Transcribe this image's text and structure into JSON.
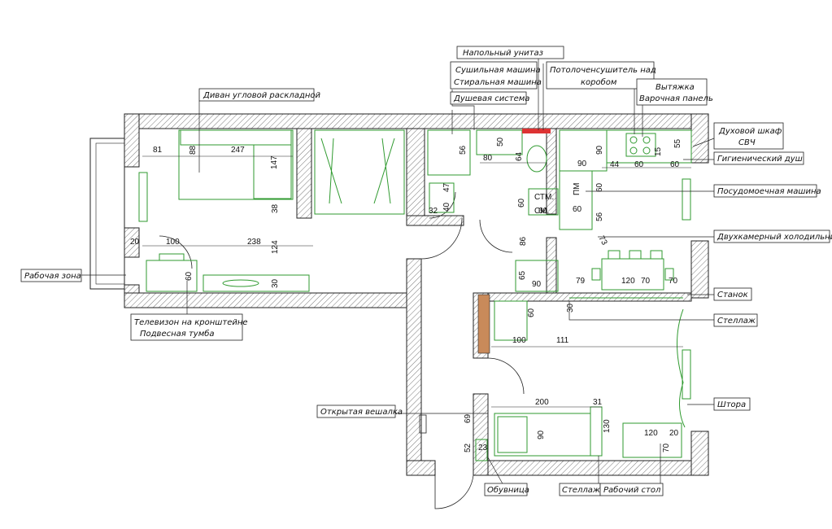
{
  "callouts": {
    "toilet": "Напольный унитаз",
    "dryer_washer_1": "Сушильная машина",
    "dryer_washer_2": "Стиральная машина",
    "ceiling_dryer_1": "Потолоченсушитель над",
    "ceiling_dryer_2": "коробом",
    "hood": "Вытяжка",
    "hob": "Варочная панель",
    "sofa": "Диван угловой раскладной",
    "shower": "Душевая система",
    "oven_1": "Духовой шкаф",
    "oven_2": "СВЧ",
    "hyg_shower": "Гигиенический душ",
    "dishwasher": "Посудомоечная машина",
    "fridge": "Двухкамерный холодильник",
    "work_zone": "Рабочая зона",
    "tv_1": "Телевизон на кронштейне",
    "tv_2": "Подвесная тумба",
    "machine": "Станок",
    "shelf1": "Стеллаж",
    "curtain": "Штора",
    "hanger": "Открытая вешалка",
    "shoe": "Обувница",
    "shelf2": "Стеллаж",
    "desk": "Рабочий стол"
  },
  "dimensions": {
    "d81": "81",
    "d88": "88",
    "d247": "247",
    "d147": "147",
    "d38": "38",
    "d20": "20",
    "d100a": "100",
    "d238": "238",
    "d124": "124",
    "d30a": "30",
    "d60a": "60",
    "d50": "50",
    "d56a": "56",
    "d80": "80",
    "d64": "64",
    "d47": "47",
    "d40": "40",
    "d32": "32",
    "d60b": "60",
    "d60c": "60",
    "d60d": "60",
    "d60e": "60",
    "d44": "44",
    "d90a": "90",
    "d90b": "90",
    "d55": "55",
    "d15": "15",
    "d56b": "56",
    "d86": "86",
    "d73": "73",
    "d65": "65",
    "d90c": "90",
    "d79": "79",
    "d120a": "120",
    "d70a": "70",
    "d70b": "70",
    "d60f": "60",
    "d30b": "30",
    "d100b": "100",
    "d111": "111",
    "d200": "200",
    "d31": "31",
    "d69": "69",
    "d90d": "90",
    "d130": "130",
    "d52": "52",
    "d23": "23",
    "d120b": "120",
    "d20b": "20",
    "d70c": "70",
    "stm": "СТМ.",
    "sm": "СМ.",
    "pm": "ПМ"
  }
}
